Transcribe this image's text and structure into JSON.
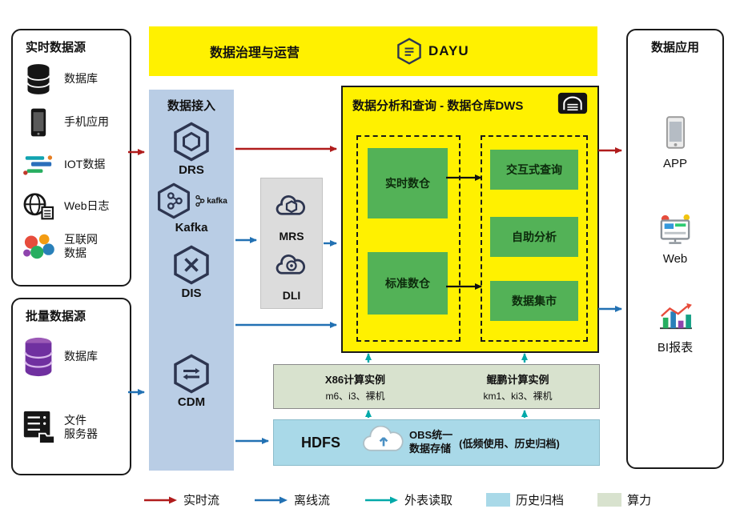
{
  "colors": {
    "dws_yellow": "#FFF100",
    "module_green": "#53B257",
    "ingestion_blue": "#B9CDE5",
    "processing_gray": "#DCDCDC",
    "compute_bar_green": "#D8E2CE",
    "storage_bar_blue": "#A9D9E8",
    "realtime_flow_red": "#B01C1C",
    "offline_flow_blue": "#2271B3",
    "external_read_teal": "#00A9A9"
  },
  "realtime_sources": {
    "title": "实时数据源",
    "items": [
      {
        "label": "数据库",
        "icon": "database-icon"
      },
      {
        "label": "手机应用",
        "icon": "mobile-app-icon"
      },
      {
        "label": "IOT数据",
        "icon": "iot-icon"
      },
      {
        "label": "Web日志",
        "icon": "web-log-icon"
      },
      {
        "label": "互联网\n数据",
        "icon": "internet-data-icon"
      }
    ]
  },
  "batch_sources": {
    "title": "批量数据源",
    "items": [
      {
        "label": "数据库",
        "icon": "database-purple-icon"
      },
      {
        "label": "文件\n服务器",
        "icon": "file-server-icon"
      }
    ]
  },
  "governance": {
    "title": "数据治理与运营",
    "logo_text": "DAYU",
    "logo_icon": "dayu-hexagon-icon"
  },
  "ingestion": {
    "title": "数据接入",
    "services": [
      {
        "label": "DRS",
        "icon": "drs-hexagon-icon"
      },
      {
        "label": "Kafka",
        "icon": "kafka-hexagon-icon",
        "badge": "kafka"
      },
      {
        "label": "DIS",
        "icon": "dis-hexagon-icon"
      },
      {
        "label": "CDM",
        "icon": "cdm-hexagon-icon"
      }
    ]
  },
  "processing": {
    "services": [
      {
        "label": "MRS",
        "icon": "mrs-cloud-icon"
      },
      {
        "label": "DLI",
        "icon": "dli-cloud-icon"
      }
    ]
  },
  "dws": {
    "title": "数据分析和查询 - 数据仓库DWS",
    "icon": "warehouse-icon",
    "left_modules": [
      {
        "label": "实时数仓"
      },
      {
        "label": "标准数仓"
      }
    ],
    "right_modules": [
      {
        "label": "交互式查询"
      },
      {
        "label": "自助分析"
      },
      {
        "label": "数据集市"
      }
    ]
  },
  "compute": {
    "x86_title": "X86计算实例",
    "x86_detail": "m6、i3、裸机",
    "kunpeng_title": "鲲鹏计算实例",
    "kunpeng_detail": "km1、ki3、裸机"
  },
  "storage": {
    "hdfs": "HDFS",
    "obs_title_line1": "OBS统一",
    "obs_title_line2": "数据存储",
    "note": "(低频使用、历史归档)",
    "icon": "obs-cloud-icon"
  },
  "applications": {
    "title": "数据应用",
    "items": [
      {
        "label": "APP",
        "icon": "app-phone-icon"
      },
      {
        "label": "Web",
        "icon": "web-browser-icon"
      },
      {
        "label": "BI报表",
        "icon": "bi-report-icon"
      }
    ]
  },
  "legend": {
    "items": [
      {
        "label": "实时流",
        "kind": "arrow",
        "color": "#B01C1C"
      },
      {
        "label": "离线流",
        "kind": "arrow",
        "color": "#2271B3"
      },
      {
        "label": "外表读取",
        "kind": "arrow",
        "color": "#00A9A9"
      },
      {
        "label": "历史归档",
        "kind": "swatch",
        "color": "#A9D9E8"
      },
      {
        "label": "算力",
        "kind": "swatch",
        "color": "#D8E2CE"
      }
    ]
  }
}
